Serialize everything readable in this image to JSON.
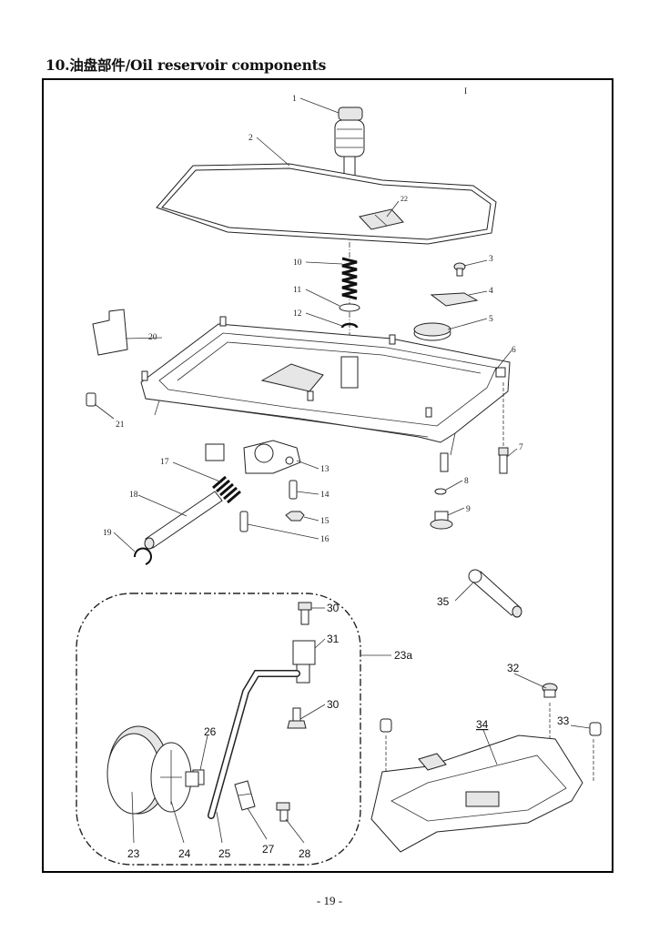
{
  "title": "10.油盘部件/Oil reservoir components",
  "top_mark": "I",
  "page_number": "- 19 -",
  "group_label": "23a",
  "callouts": [
    {
      "id": "c1",
      "text": "1"
    },
    {
      "id": "c2",
      "text": "2"
    },
    {
      "id": "c3",
      "text": "3"
    },
    {
      "id": "c4",
      "text": "4"
    },
    {
      "id": "c5",
      "text": "5"
    },
    {
      "id": "c6",
      "text": "6"
    },
    {
      "id": "c7",
      "text": "7"
    },
    {
      "id": "c8",
      "text": "8"
    },
    {
      "id": "c9",
      "text": "9"
    },
    {
      "id": "c10",
      "text": "10"
    },
    {
      "id": "c11",
      "text": "11"
    },
    {
      "id": "c12",
      "text": "12"
    },
    {
      "id": "c13",
      "text": "13"
    },
    {
      "id": "c14",
      "text": "14"
    },
    {
      "id": "c15",
      "text": "15"
    },
    {
      "id": "c16",
      "text": "16"
    },
    {
      "id": "c17",
      "text": "17"
    },
    {
      "id": "c18",
      "text": "18"
    },
    {
      "id": "c19",
      "text": "19"
    },
    {
      "id": "c20",
      "text": "20"
    },
    {
      "id": "c21",
      "text": "21"
    },
    {
      "id": "c22",
      "text": "22"
    },
    {
      "id": "c23",
      "text": "23"
    },
    {
      "id": "c24",
      "text": "24"
    },
    {
      "id": "c25",
      "text": "25"
    },
    {
      "id": "c26",
      "text": "26"
    },
    {
      "id": "c27",
      "text": "27"
    },
    {
      "id": "c28",
      "text": "28"
    },
    {
      "id": "c30a",
      "text": "30"
    },
    {
      "id": "c30b",
      "text": "30"
    },
    {
      "id": "c31",
      "text": "31"
    },
    {
      "id": "c32",
      "text": "32"
    },
    {
      "id": "c33",
      "text": "33"
    },
    {
      "id": "c34",
      "text": "34"
    },
    {
      "id": "c35",
      "text": "35"
    }
  ]
}
